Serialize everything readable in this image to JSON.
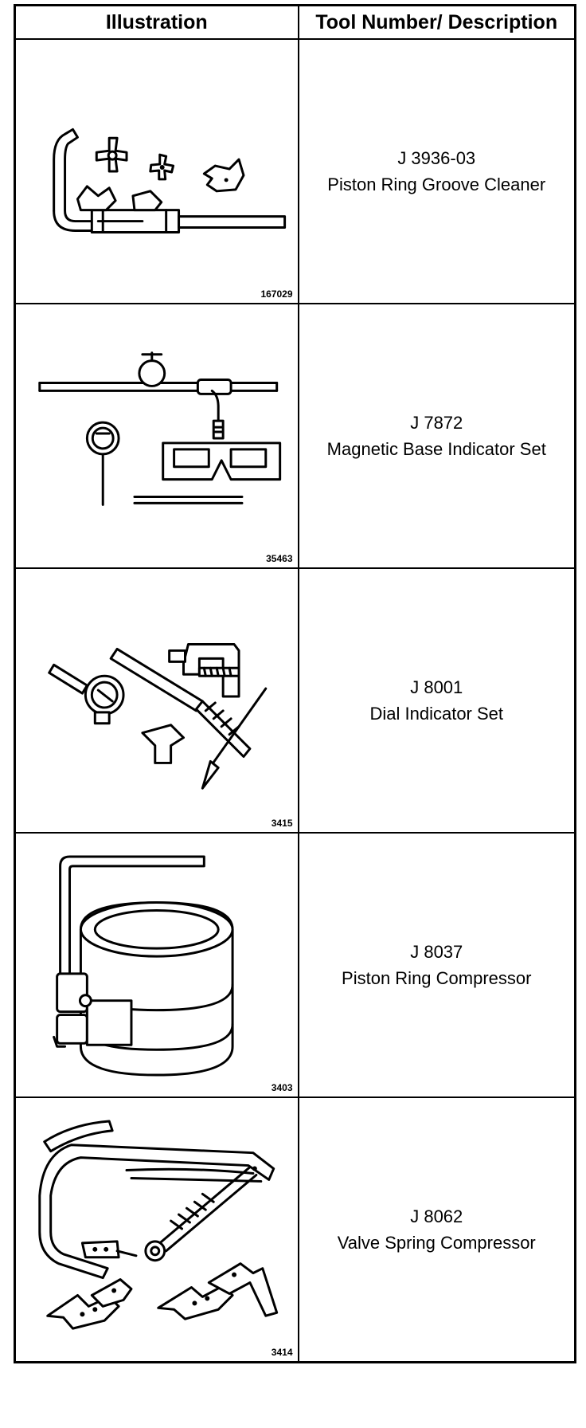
{
  "header": {
    "illustration": "Illustration",
    "tool": "Tool Number/ Description"
  },
  "rows": [
    {
      "figure_id": "167029",
      "number": "J 3936-03",
      "description": "Piston Ring Groove Cleaner"
    },
    {
      "figure_id": "35463",
      "number": "J 7872",
      "description": "Magnetic Base Indicator Set"
    },
    {
      "figure_id": "3415",
      "number": "J 8001",
      "description": "Dial Indicator Set"
    },
    {
      "figure_id": "3403",
      "number": "J 8037",
      "description": "Piston Ring Compressor"
    },
    {
      "figure_id": "3414",
      "number": "J 8062",
      "description": "Valve Spring Compressor"
    }
  ]
}
